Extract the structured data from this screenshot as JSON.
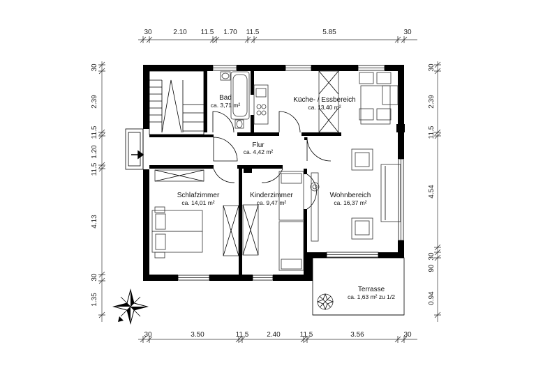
{
  "rooms": [
    {
      "name": "Bad",
      "area": "ca. 3,71 m²"
    },
    {
      "name": "Küche- / Essbereich",
      "area": "ca. 13,40 m²"
    },
    {
      "name": "Flur",
      "area": "ca. 4,42 m²"
    },
    {
      "name": "Schlafzimmer",
      "area": "ca. 14,01 m²"
    },
    {
      "name": "Kinderzimmer",
      "area": "ca. 9,47 m²"
    },
    {
      "name": "Wohnbereich",
      "area": "ca. 16,37 m²"
    },
    {
      "name": "Terrasse",
      "area": "ca. 1,63 m² zu 1/2"
    }
  ],
  "dimensions": {
    "top": [
      "30",
      "2.10",
      "11.5",
      "1.70",
      "11.5",
      "5.85",
      "30"
    ],
    "bottom": [
      "30",
      "3.50",
      "11.5",
      "2.40",
      "11.5",
      "3.56",
      "30"
    ],
    "left": [
      "30",
      "2.39",
      "11.5",
      "1.20",
      "11.5",
      "4.13",
      "30",
      "1.35"
    ],
    "right": [
      "30",
      "2.39",
      "11.5",
      "4.54",
      "30",
      "90",
      "0.94"
    ]
  }
}
